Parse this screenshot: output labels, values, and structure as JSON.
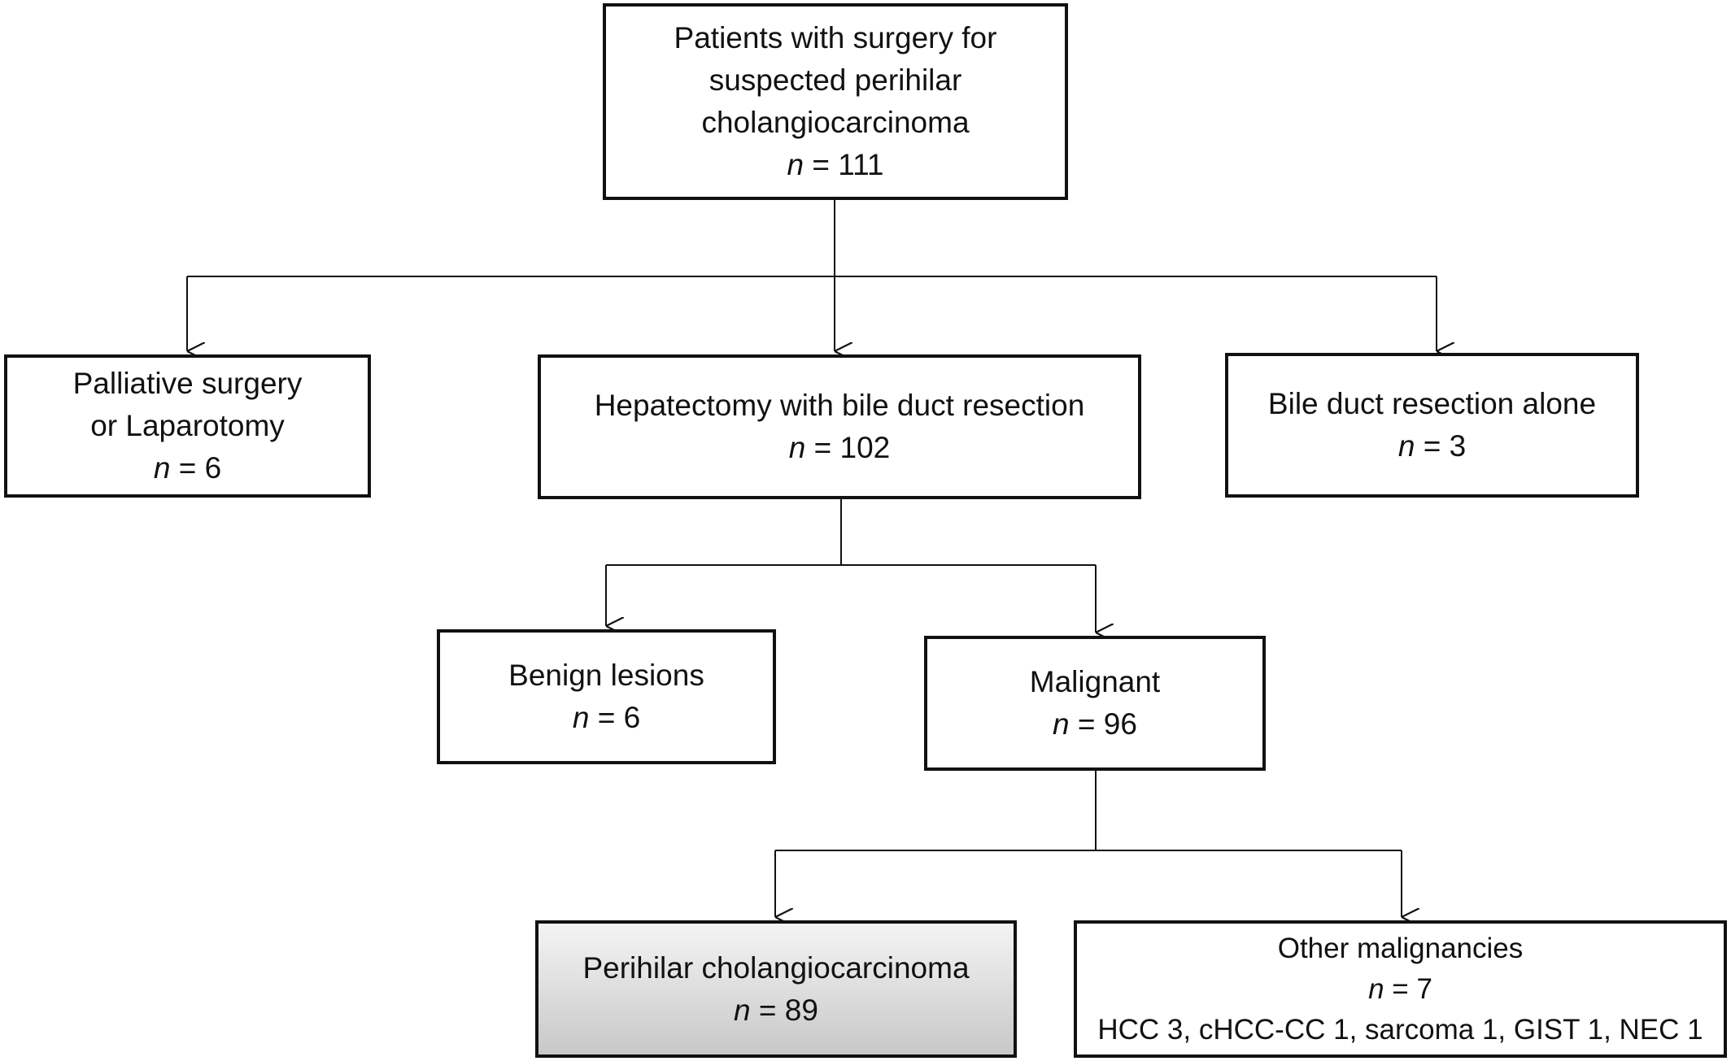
{
  "nodes": {
    "root": {
      "lines": [
        "Patients with surgery for",
        "suspected perihilar",
        "cholangiocarcinoma"
      ],
      "n_label": "n",
      "n_value": "= 111"
    },
    "palliative": {
      "lines": [
        "Palliative surgery",
        "or Laparotomy"
      ],
      "n_label": "n",
      "n_value": "= 6"
    },
    "hepatectomy": {
      "lines": [
        "Hepatectomy with bile duct resection"
      ],
      "n_label": "n",
      "n_value": "= 102"
    },
    "bile_duct": {
      "lines": [
        "Bile duct resection alone"
      ],
      "n_label": "n",
      "n_value": "= 3"
    },
    "benign": {
      "lines": [
        "Benign lesions"
      ],
      "n_label": "n",
      "n_value": "= 6"
    },
    "malignant": {
      "lines": [
        "Malignant"
      ],
      "n_label": "n",
      "n_value": "= 96"
    },
    "perihilar": {
      "lines": [
        "Perihilar cholangiocarcinoma"
      ],
      "n_label": "n",
      "n_value": "= 89"
    },
    "other": {
      "lines": [
        "Other malignancies"
      ],
      "n_label": "n",
      "n_value": "= 7",
      "detail": "HCC 3, cHCC-CC 1, sarcoma 1, GIST 1, NEC 1"
    }
  },
  "colors": {
    "stroke": "#111111",
    "box_fill": "#ffffff",
    "shade_top": "#f4f4f4",
    "shade_bottom": "#c8c8c8"
  }
}
